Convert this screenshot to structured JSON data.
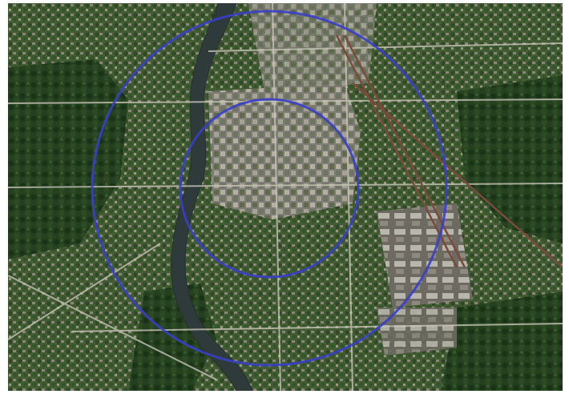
{
  "map": {
    "imagery": "satellite",
    "overlays": [
      {
        "name": "outer-radius-ring",
        "color": "#3a3fc8"
      },
      {
        "name": "inner-radius-ring",
        "color": "#3a3fc8"
      }
    ]
  },
  "colors": {
    "ring": "#3a3fc8",
    "river": "#2f3a3a",
    "vegetation_dark": "#1f3a1e",
    "vegetation_mid": "#3d5a2e",
    "urban": "#8d8b82",
    "road": "#c9c5b8",
    "rail": "#7a4b3c"
  }
}
